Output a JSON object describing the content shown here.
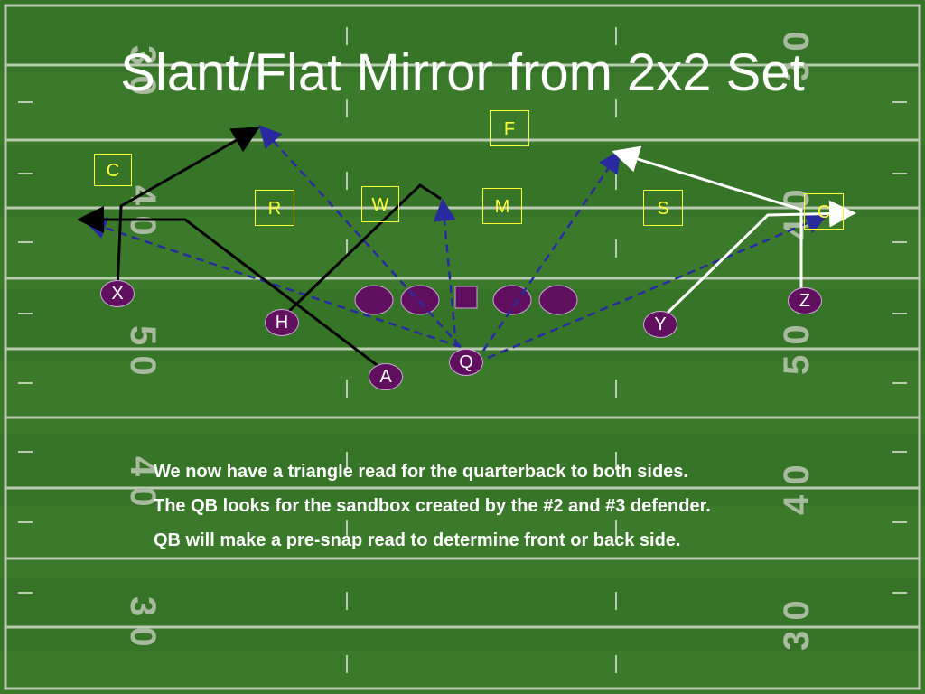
{
  "title": "Slant/Flat Mirror from 2x2 Set",
  "field": {
    "yard_numbers": [
      "3 0",
      "4 0",
      "5 0",
      "4 0",
      "3 0"
    ],
    "colors": {
      "turf": "#3d7a2c",
      "yard_line": "#b9cbb0",
      "defender_box": "#ffff33",
      "player_fill": "#60105f",
      "route_black": "#000000",
      "route_white": "#ffffff",
      "read_line": "#2a2aa0"
    }
  },
  "defenders": {
    "c_left": "C",
    "r": "R",
    "w": "W",
    "m": "M",
    "f": "F",
    "s": "S",
    "c_right": "C"
  },
  "offense": {
    "x": "X",
    "h": "H",
    "a": "A",
    "q": "Q",
    "y": "Y",
    "z": "Z"
  },
  "notes": [
    "We now have a triangle read for the quarterback to both sides.",
    "The QB looks for the sandbox created by the #2 and #3 defender.",
    "QB will make a pre-snap read to determine front or back side."
  ]
}
